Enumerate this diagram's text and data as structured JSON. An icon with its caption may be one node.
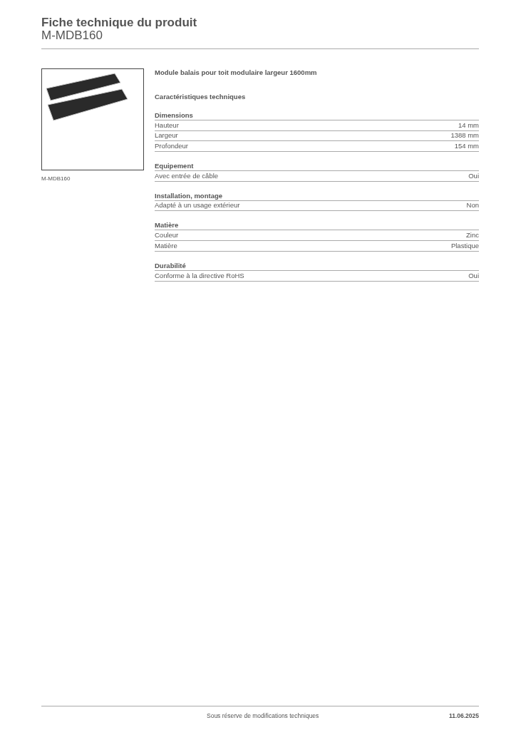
{
  "diagram": {
    "title": "Fiche technique du produit",
    "labels": [
      "M-MDB160",
      "M-MDB160",
      "Module balais pour toit modulaire largeur 1600mm",
      "Caractéristiques techniques",
      "Dimensions",
      "Hauteur",
      "14 mm",
      "Largeur",
      "1388 mm",
      "Profondeur",
      "154 mm",
      "Equipement",
      "Avec entrée de câble",
      "Oui",
      "Installation, montage",
      "Adapté à un usage extérieur",
      "Non",
      "Matière",
      "Couleur",
      "Zinc",
      "Matière",
      "Plastique",
      "Durabilité",
      "Conforme à la directive RoHS",
      "Oui",
      "Sous réserve de modifications techniques",
      "11.06.2025"
    ]
  }
}
